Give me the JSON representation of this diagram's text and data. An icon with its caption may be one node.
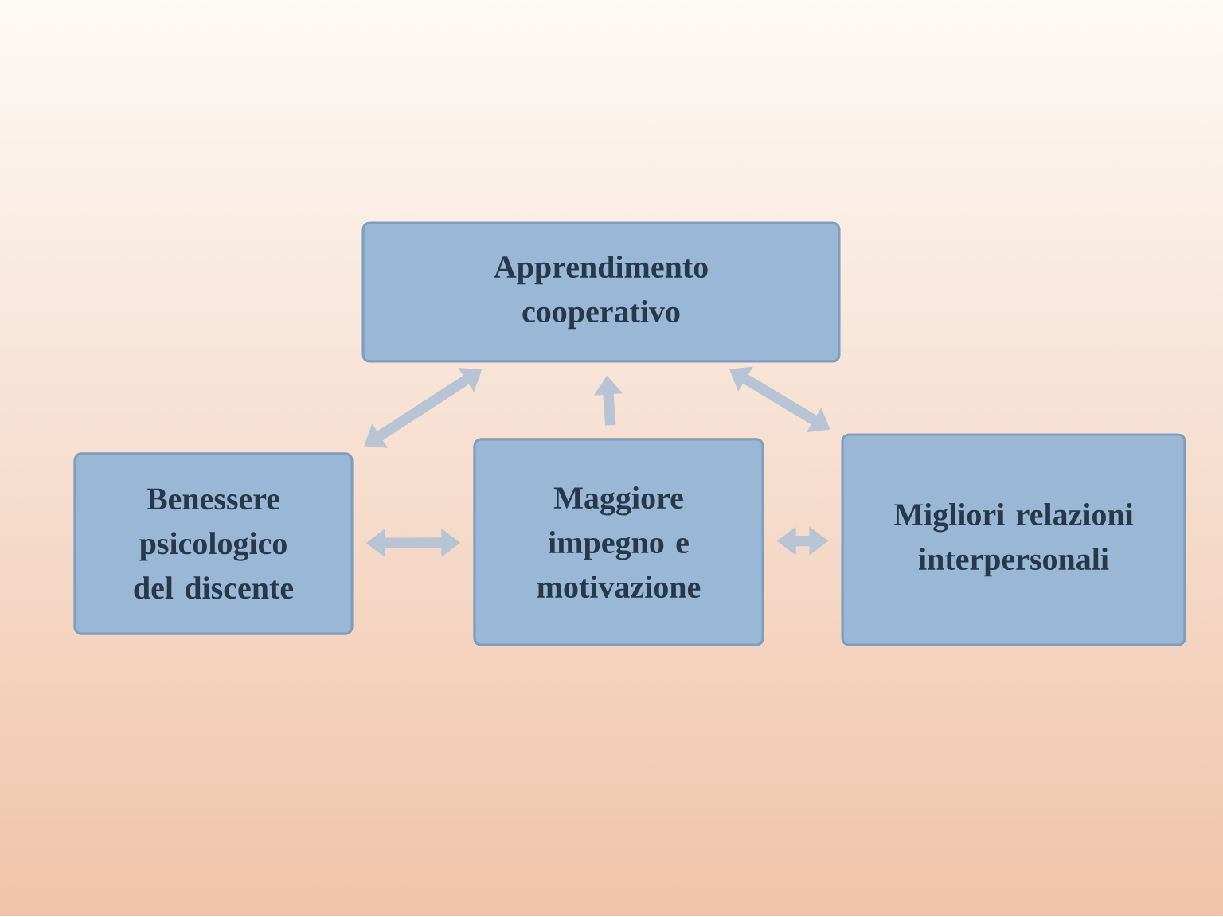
{
  "diagram": {
    "nodes": [
      {
        "text": [
          "Apprendimento cooperativo"
        ]
      },
      {
        "text": [
          "Benessere psicologico del discente"
        ]
      },
      {
        "text": [
          "Maggiore impegno e motivazione"
        ]
      },
      {
        "text": [
          "Migliori relazioni interpersonali"
        ]
      }
    ],
    "edges": [
      {
        "from": 0,
        "to": 1,
        "arrow": "both"
      },
      {
        "from": 2,
        "to": 0,
        "arrow": "to"
      },
      {
        "from": 0,
        "to": 3,
        "arrow": "both"
      },
      {
        "from": 1,
        "to": 2,
        "arrow": "both"
      },
      {
        "from": 2,
        "to": 3,
        "arrow": "both"
      }
    ]
  }
}
